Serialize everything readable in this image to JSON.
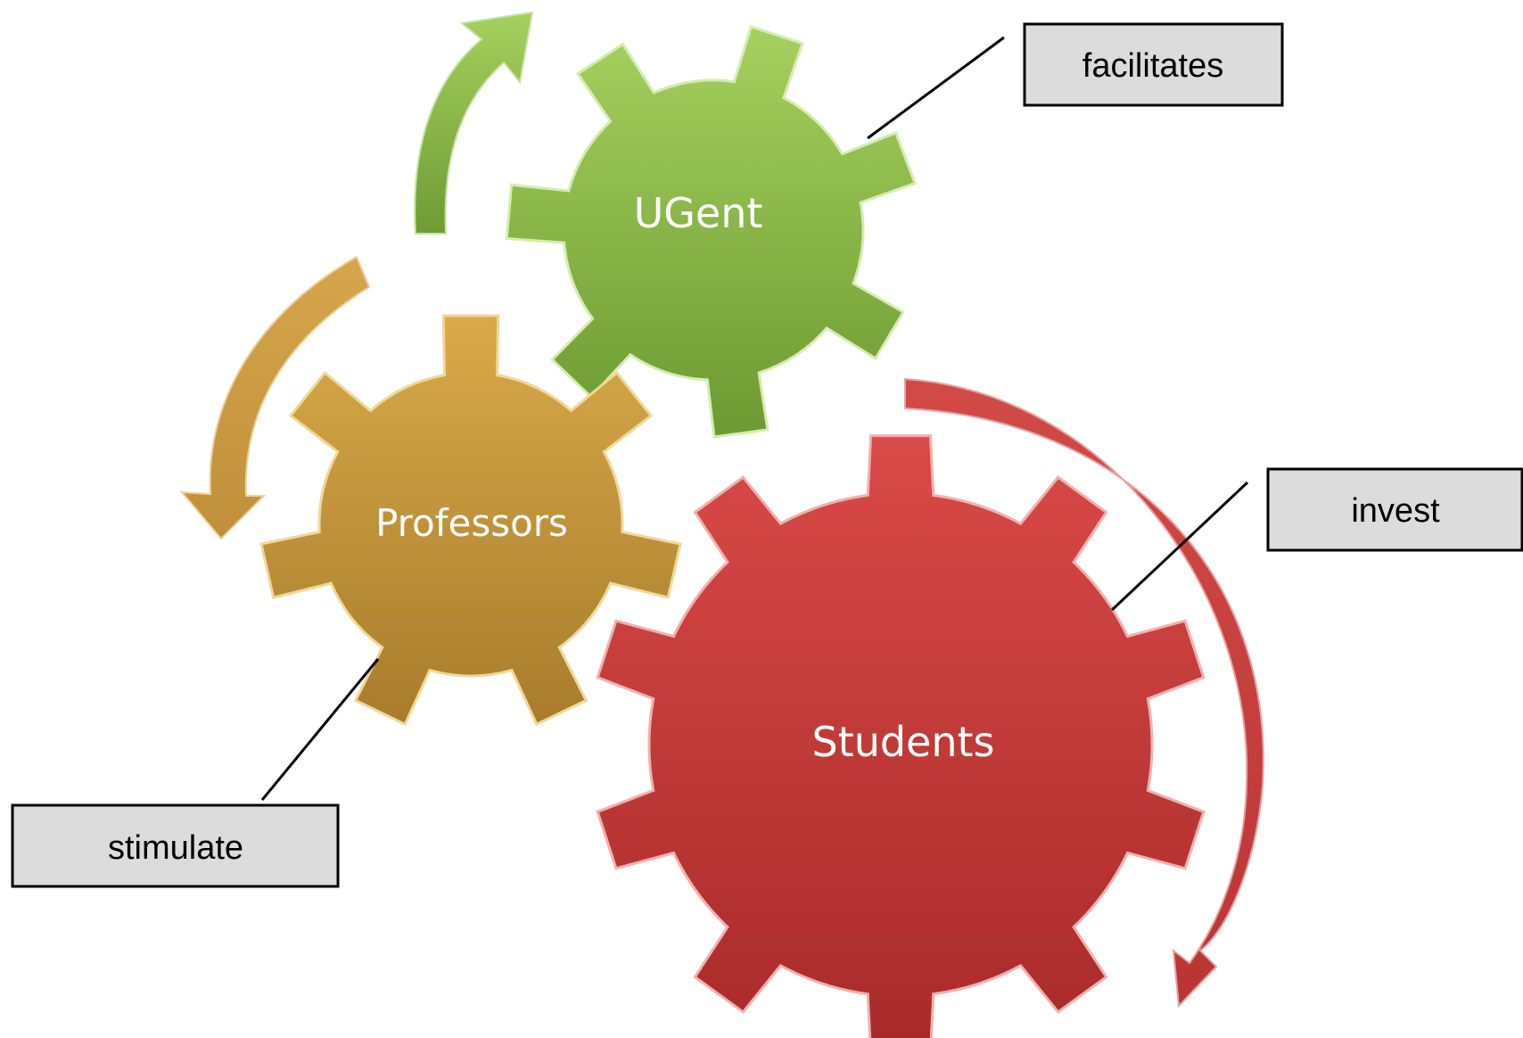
{
  "gears": [
    {
      "id": "ugent",
      "label": "UGent",
      "color": "#8cba4a"
    },
    {
      "id": "professors",
      "label": "Professors",
      "color": "#c79a3c"
    },
    {
      "id": "students",
      "label": "Students",
      "color": "#c23a38"
    }
  ],
  "callouts": [
    {
      "id": "facilitates",
      "label": "facilitates"
    },
    {
      "id": "invest",
      "label": "invest"
    },
    {
      "id": "stimulate",
      "label": "stimulate"
    }
  ],
  "colors": {
    "callout_fill": "#dcdcdc",
    "callout_border": "#000000",
    "arrow_green": "#7fae45",
    "arrow_gold": "#cc9e45",
    "arrow_red": "#c84444"
  }
}
